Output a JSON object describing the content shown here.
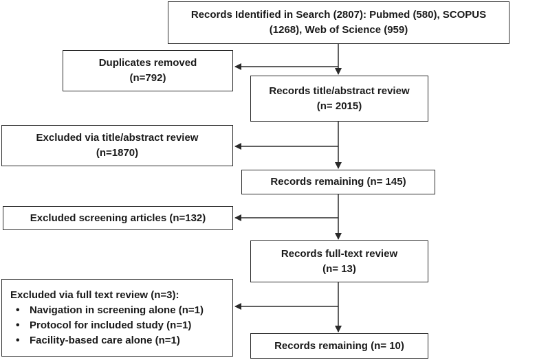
{
  "flow": {
    "identified": {
      "line1": "Records Identified in Search (2807):  Pubmed (580),  SCOPUS",
      "line2": "(1268),  Web of Science (959)"
    },
    "duplicates": {
      "label": "Duplicates removed",
      "count": "(n=792)"
    },
    "title_review": {
      "label": "Records title/abstract review",
      "count": "(n= 2015)"
    },
    "excluded_title": {
      "label": "Excluded via title/abstract review",
      "count": "(n=1870)"
    },
    "remaining_1": {
      "label": "Records remaining (n= 145)"
    },
    "excluded_screening": {
      "label": "Excluded screening articles (n=132)"
    },
    "fulltext_review": {
      "label": "Records full-text review",
      "count": "(n= 13)"
    },
    "excluded_fulltext": {
      "header": "Excluded via full text review (n=3):",
      "items": [
        "Navigation in screening alone (n=1)",
        "Protocol for included study (n=1)",
        "Facility-based care alone (n=1)"
      ]
    },
    "remaining_final": {
      "label": "Records remaining (n= 10)"
    }
  }
}
